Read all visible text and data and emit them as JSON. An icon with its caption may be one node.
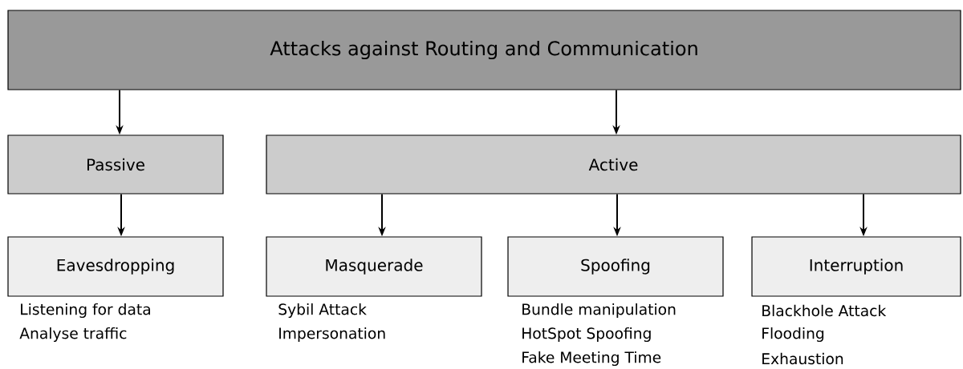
{
  "diagram": {
    "nodes": [
      {
        "text": [
          "Attacks against Routing and Communication"
        ]
      },
      {
        "text": [
          "Passive"
        ]
      },
      {
        "text": [
          "Active"
        ]
      },
      {
        "text": [
          "Eavesdropping"
        ],
        "beside": [
          "Listening for data",
          "Analyse traffic"
        ]
      },
      {
        "text": [
          "Masquerade"
        ],
        "beside": [
          "Sybil Attack",
          "Impersonation"
        ]
      },
      {
        "text": [
          "Spoofing"
        ],
        "beside": [
          "Bundle manipulation",
          "HotSpot Spoofing",
          "Fake Meeting Time"
        ]
      },
      {
        "text": [
          "Interruption"
        ],
        "beside": [
          "Blackhole Attack",
          "Flooding",
          "Exhaustion"
        ]
      }
    ],
    "edges": [
      {
        "from": 0,
        "to": 1,
        "arrow": "to"
      },
      {
        "from": 0,
        "to": 2,
        "arrow": "to"
      },
      {
        "from": 1,
        "to": 3,
        "arrow": "to"
      },
      {
        "from": 2,
        "to": 4,
        "arrow": "to"
      },
      {
        "from": 2,
        "to": 5,
        "arrow": "to"
      },
      {
        "from": 2,
        "to": 6,
        "arrow": "to"
      }
    ]
  }
}
